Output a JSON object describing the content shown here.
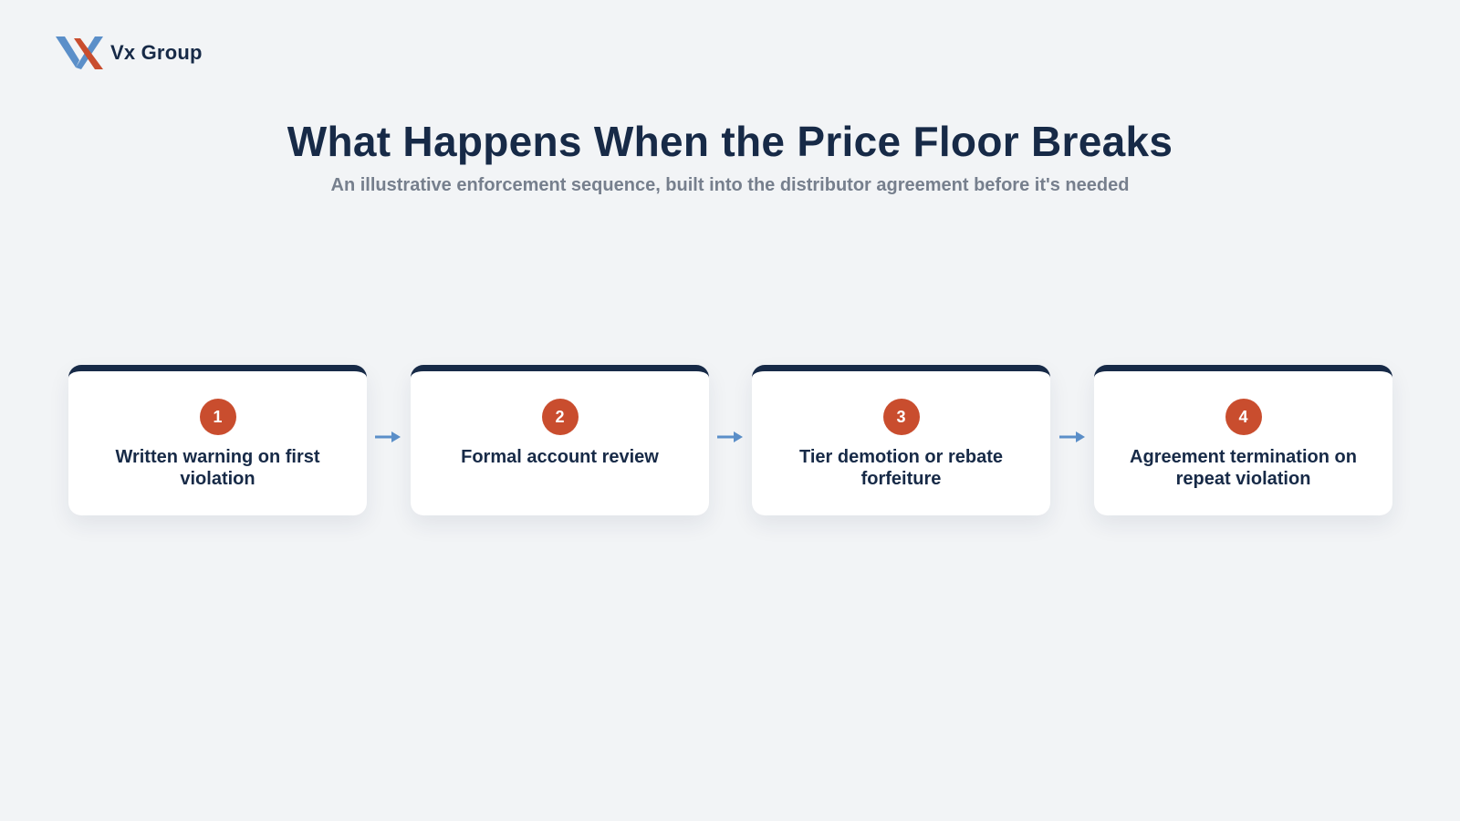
{
  "brand": {
    "name": "Vx Group",
    "icon": "vx-logo",
    "colors": {
      "blue": "#5b8fc9",
      "red": "#c94d2e"
    }
  },
  "header": {
    "title": "What Happens When the Price Floor Breaks",
    "subtitle": "An illustrative enforcement sequence, built into the distributor agreement before it's needed"
  },
  "steps": [
    {
      "number": "1",
      "label": "Written warning on first violation"
    },
    {
      "number": "2",
      "label": "Formal account review"
    },
    {
      "number": "3",
      "label": "Tier demotion or rebate forfeiture"
    },
    {
      "number": "4",
      "label": "Agreement termination on repeat violation"
    }
  ],
  "colors": {
    "background": "#f2f4f6",
    "navy": "#172a47",
    "accent": "#c94d2e",
    "arrow": "#5b8fc9",
    "muted": "#767f8d"
  }
}
